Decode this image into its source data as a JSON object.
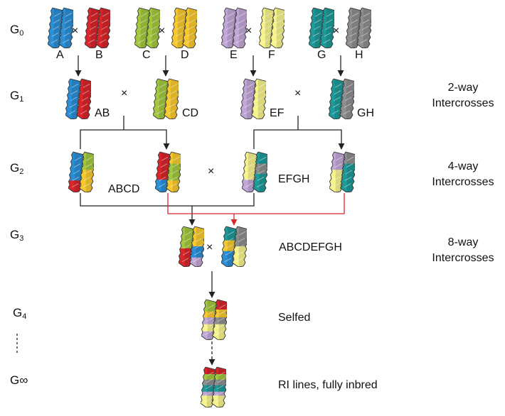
{
  "generations": [
    {
      "id": "g0",
      "label": "G",
      "sub": "0"
    },
    {
      "id": "g1",
      "label": "G",
      "sub": "1"
    },
    {
      "id": "g2",
      "label": "G",
      "sub": "2"
    },
    {
      "id": "g3",
      "label": "G",
      "sub": "3"
    },
    {
      "id": "g4",
      "label": "G",
      "sub": "4"
    },
    {
      "id": "ginf",
      "label": "G∞",
      "sub": ""
    }
  ],
  "founders": [
    "A",
    "B",
    "C",
    "D",
    "E",
    "F",
    "G",
    "H"
  ],
  "founder_colors": {
    "A": "#2a8fd6",
    "B": "#d8262a",
    "C": "#a3c83e",
    "D": "#f8c92e",
    "E": "#c2a8d8",
    "F": "#f7f48c",
    "G": "#1e9a9a",
    "H": "#8e8f91"
  },
  "cross_symbol": "×",
  "g1_labels": [
    "AB",
    "CD",
    "EF",
    "GH"
  ],
  "g2_labels": [
    "ABCD",
    "EFGH"
  ],
  "g3_label": "ABCDEFGH",
  "g4_label": "Selfed",
  "ginf_label": "RI lines, fully inbred",
  "descriptors": {
    "two_way": {
      "line1": "2-way",
      "line2": "Intercrosses"
    },
    "four_way": {
      "line1": "4-way",
      "line2": "Intercrosses"
    },
    "eight_way": {
      "line1": "8-way",
      "line2": "Intercrosses"
    }
  },
  "arrow_colors": {
    "black": "#222222",
    "red": "#d8262a"
  }
}
